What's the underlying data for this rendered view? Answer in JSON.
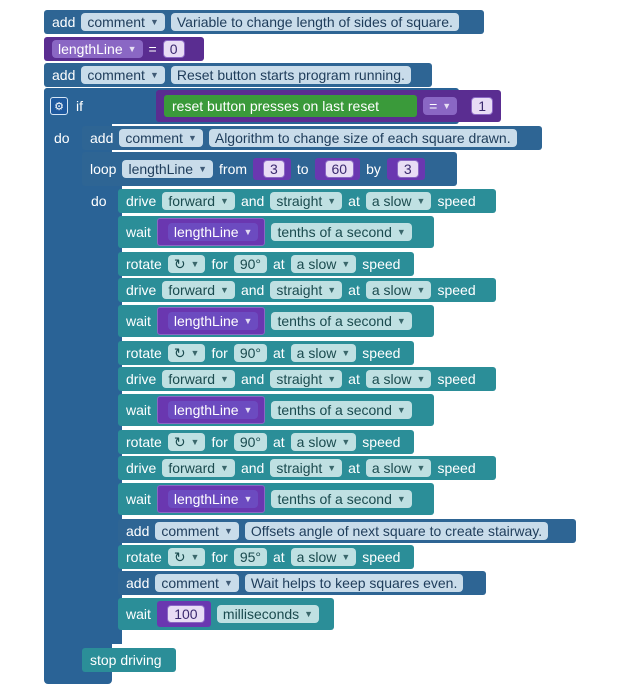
{
  "colors": {
    "blue": "#2e6594",
    "teal": "#2b8e98",
    "purple": "#5a2d91",
    "green": "#3a9a3a"
  },
  "b1": {
    "kw": "add",
    "dd": "comment",
    "text": "Variable to change length of sides of square."
  },
  "b2": {
    "var": "lengthLine",
    "eq": "=",
    "val": "0"
  },
  "b3": {
    "kw": "add",
    "dd": "comment",
    "text": "Reset button starts program running."
  },
  "ifblk": {
    "kw_if": "if",
    "kw_do": "do",
    "cond": "reset button presses on last reset",
    "op": "=",
    "val": "1"
  },
  "b5": {
    "kw": "add",
    "dd": "comment",
    "text": "Algorithm to change size of each square drawn."
  },
  "loop": {
    "kw": "loop",
    "var": "lengthLine",
    "from_kw": "from",
    "from": "3",
    "to_kw": "to",
    "to": "60",
    "by_kw": "by",
    "by": "3",
    "do_kw": "do"
  },
  "drive": {
    "kw": "drive",
    "dir": "forward",
    "and": "and",
    "steer": "straight",
    "at": "at",
    "speed": "a slow",
    "speed_kw": "speed"
  },
  "wait": {
    "kw": "wait",
    "var": "lengthLine",
    "unit": "tenths of a second"
  },
  "rotate": {
    "kw": "rotate",
    "dir": "↻",
    "for": "for",
    "deg": "90°",
    "at": "at",
    "speed": "a slow",
    "speed_kw": "speed"
  },
  "cmt1": {
    "kw": "add",
    "dd": "comment",
    "text": "Offsets angle of next square to create stairway."
  },
  "rot95": {
    "deg": "95°"
  },
  "cmt2": {
    "kw": "add",
    "dd": "comment",
    "text": "Wait helps to keep squares even."
  },
  "waitms": {
    "kw": "wait",
    "val": "100",
    "unit": "milliseconds"
  },
  "stop": {
    "label": "stop driving"
  }
}
